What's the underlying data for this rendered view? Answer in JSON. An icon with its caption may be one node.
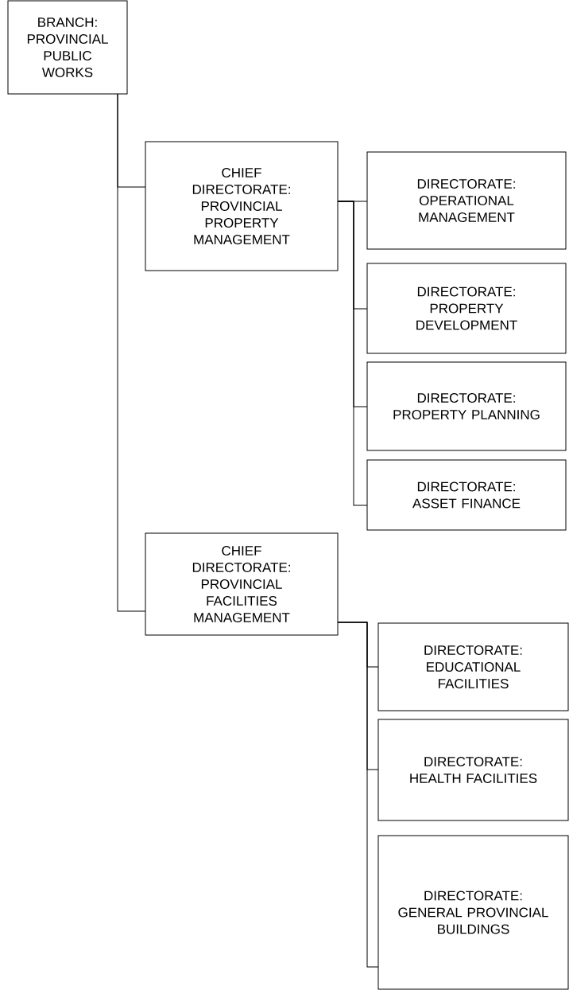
{
  "diagram": {
    "nodes": [
      {
        "text": [
          "BRANCH: PROVINCIAL PUBLIC WORKS"
        ]
      },
      {
        "text": [
          "CHIEF DIRECTORATE: PROVINCIAL PROPERTY MANAGEMENT"
        ]
      },
      {
        "text": [
          "DIRECTORATE: OPERATIONAL MANAGEMENT"
        ]
      },
      {
        "text": [
          "DIRECTORATE: PROPERTY DEVELOPMENT"
        ]
      },
      {
        "text": [
          "DIRECTORATE: PROPERTY PLANNING"
        ]
      },
      {
        "text": [
          "DIRECTORATE: ASSET FINANCE"
        ]
      },
      {
        "text": [
          "CHIEF DIRECTORATE: PROVINCIAL FACILITIES MANAGEMENT"
        ]
      },
      {
        "text": [
          "DIRECTORATE: EDUCATIONAL FACILITIES"
        ]
      },
      {
        "text": [
          "DIRECTORATE: HEALTH FACILITIES"
        ]
      },
      {
        "text": [
          "DIRECTORATE: GENERAL PROVINCIAL BUILDINGS"
        ]
      }
    ],
    "edges": [
      {
        "from": 0,
        "to": 1,
        "arrow": "none"
      },
      {
        "from": 0,
        "to": 6,
        "arrow": "none"
      },
      {
        "from": 1,
        "to": 2,
        "arrow": "none"
      },
      {
        "from": 1,
        "to": 3,
        "arrow": "none"
      },
      {
        "from": 1,
        "to": 4,
        "arrow": "none"
      },
      {
        "from": 1,
        "to": 5,
        "arrow": "none"
      },
      {
        "from": 6,
        "to": 7,
        "arrow": "none"
      },
      {
        "from": 6,
        "to": 8,
        "arrow": "none"
      },
      {
        "from": 6,
        "to": 9,
        "arrow": "none"
      }
    ]
  }
}
